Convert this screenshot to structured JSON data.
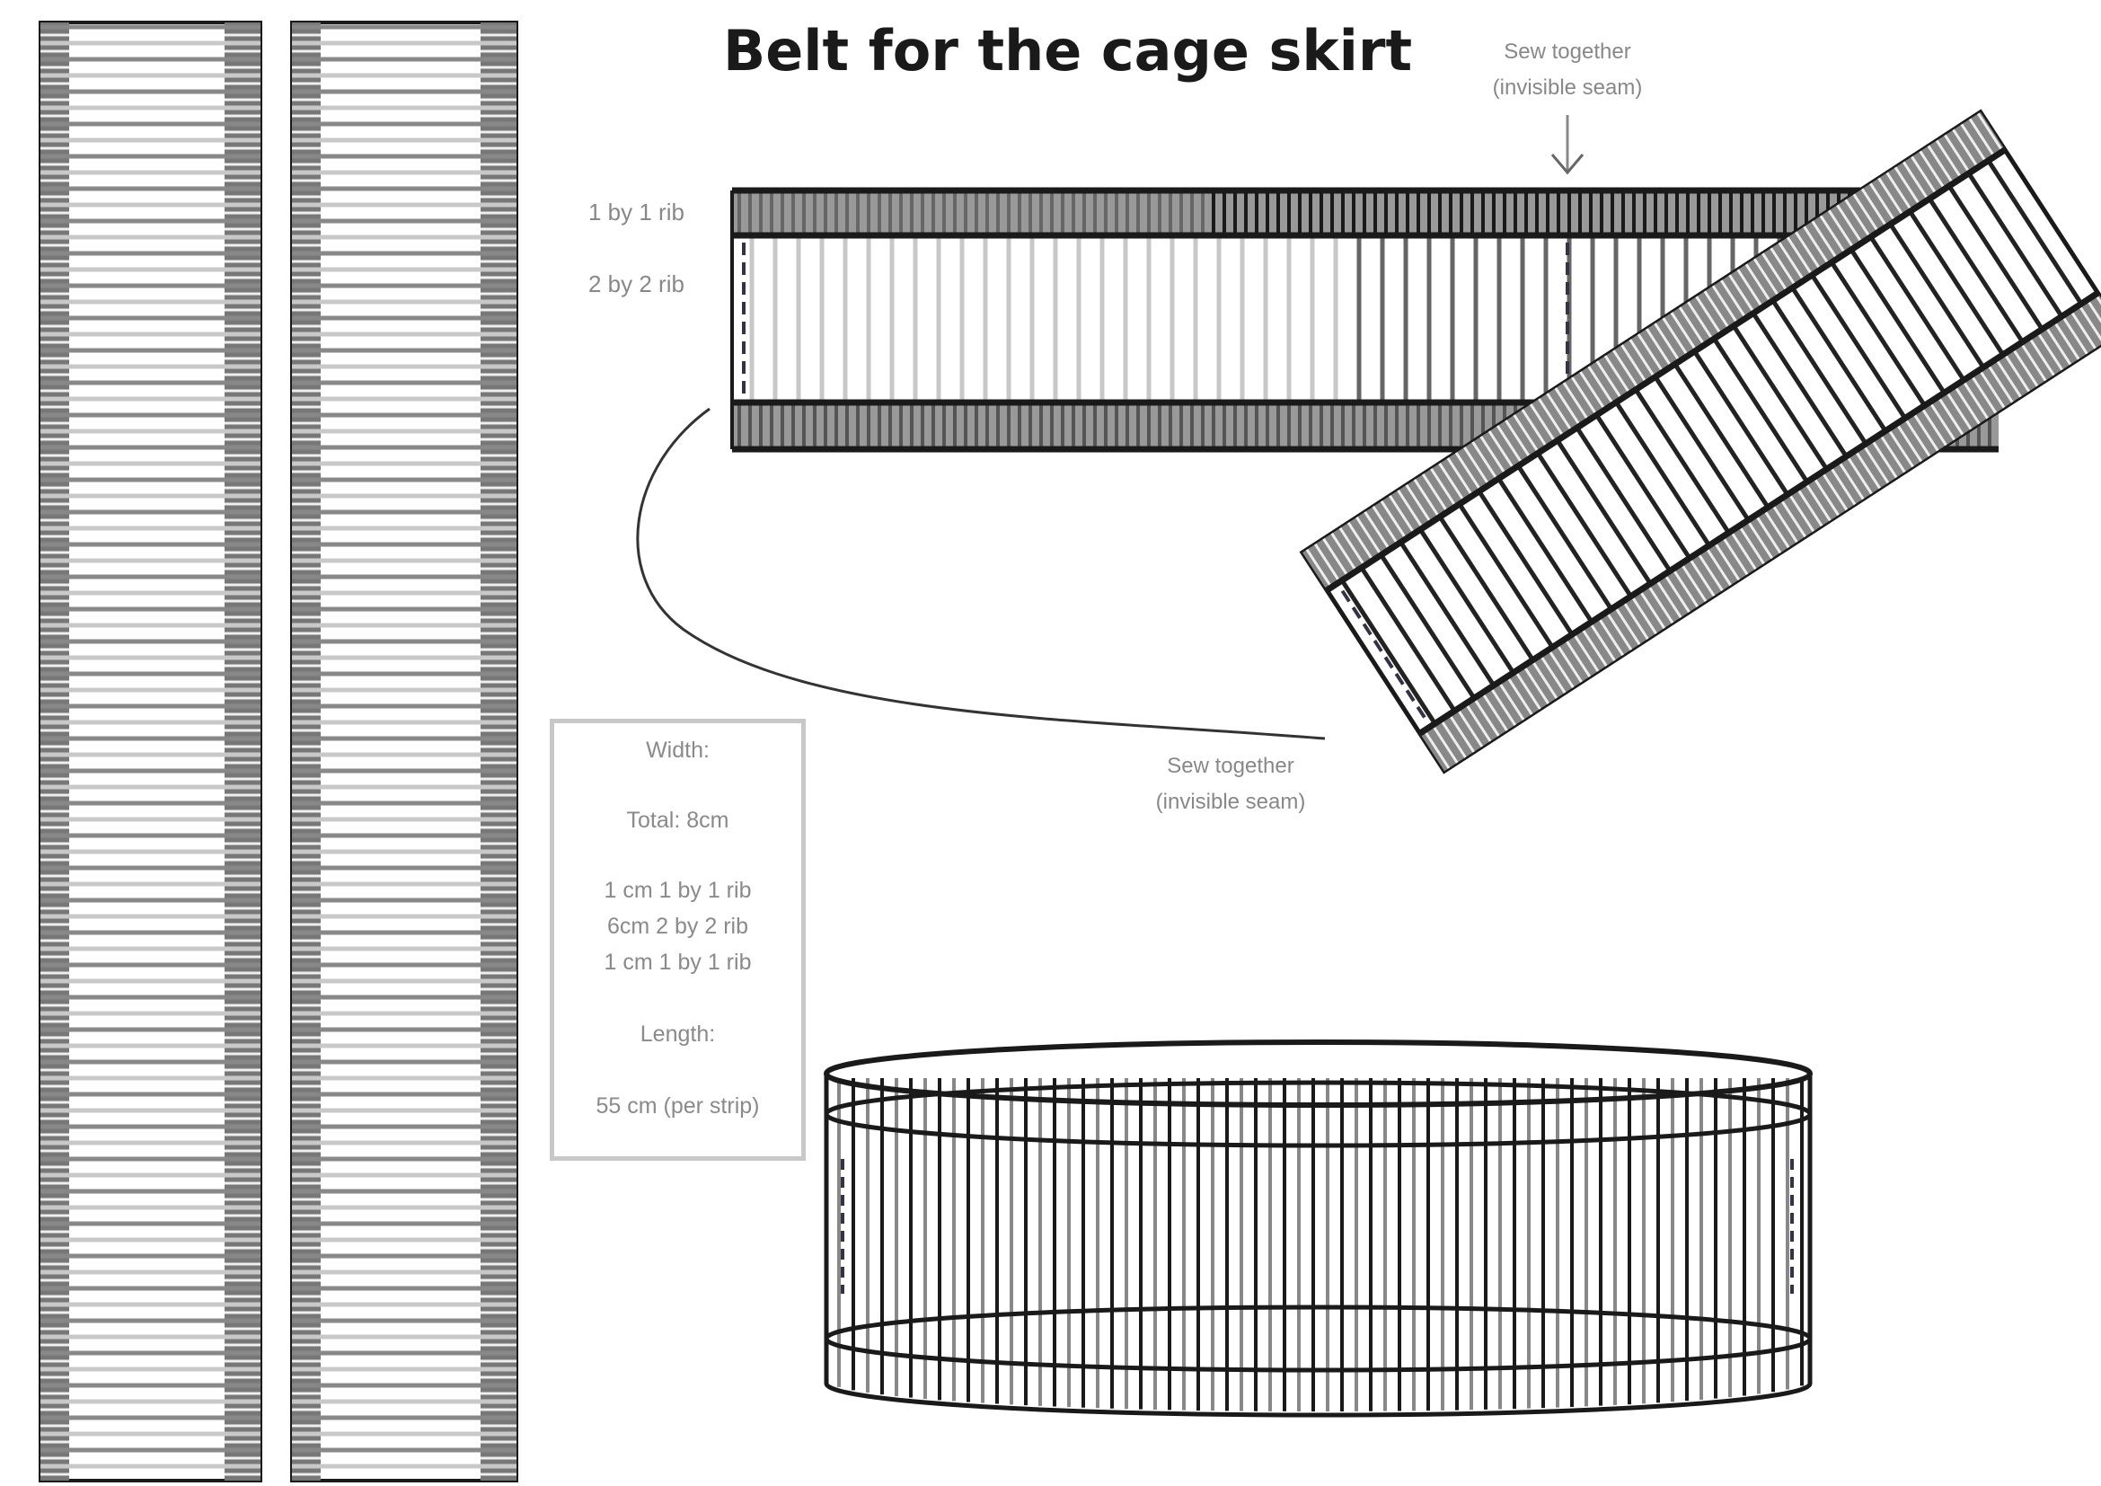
{
  "title": "Belt for the cage skirt",
  "labels": {
    "rib_1x1": "1 by 1 rib",
    "rib_2x2": "2 by 2 rib",
    "sew_top_line1": "Sew together",
    "sew_top_line2": "(invisible seam)",
    "sew_bottom_line1": "Sew together",
    "sew_bottom_line2": "(invisible seam)"
  },
  "info_box": {
    "width_heading": "Width:",
    "total": "Total: 8cm",
    "line1": "1 cm 1 by 1 rib",
    "line2": "6cm 2 by 2 rib",
    "line3": "1 cm 1 by 1 rib",
    "length_heading": "Length:",
    "length_value": "55 cm (per strip)"
  },
  "colors": {
    "ink": "#1a1a1a",
    "mid": "#888888",
    "light": "#c8c8c8"
  }
}
